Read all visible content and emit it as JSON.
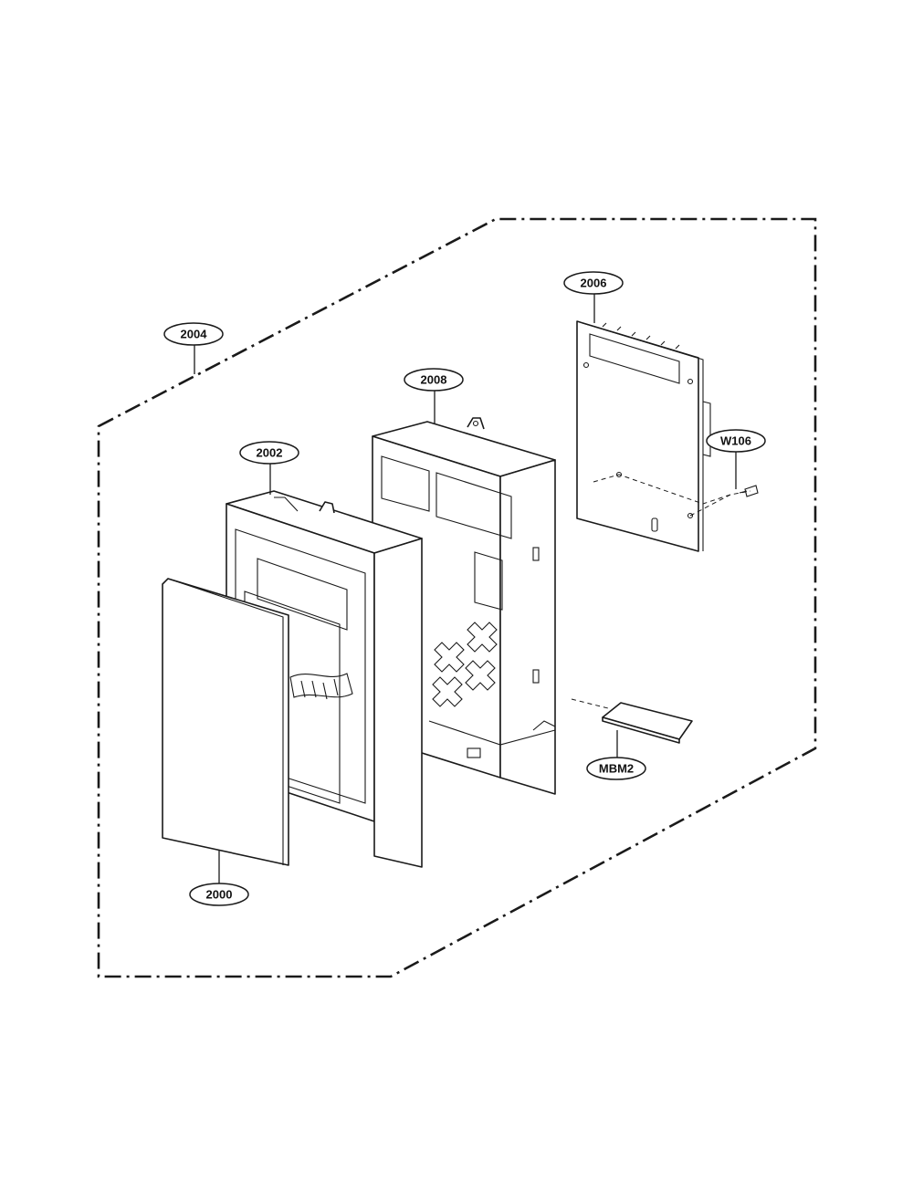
{
  "callouts": {
    "assembly_frame": "2004",
    "pcb": "2006",
    "control_frame": "2008",
    "front_frame": "2002",
    "screw": "W106",
    "control_panel": "2000",
    "membrane": "MBM2"
  }
}
